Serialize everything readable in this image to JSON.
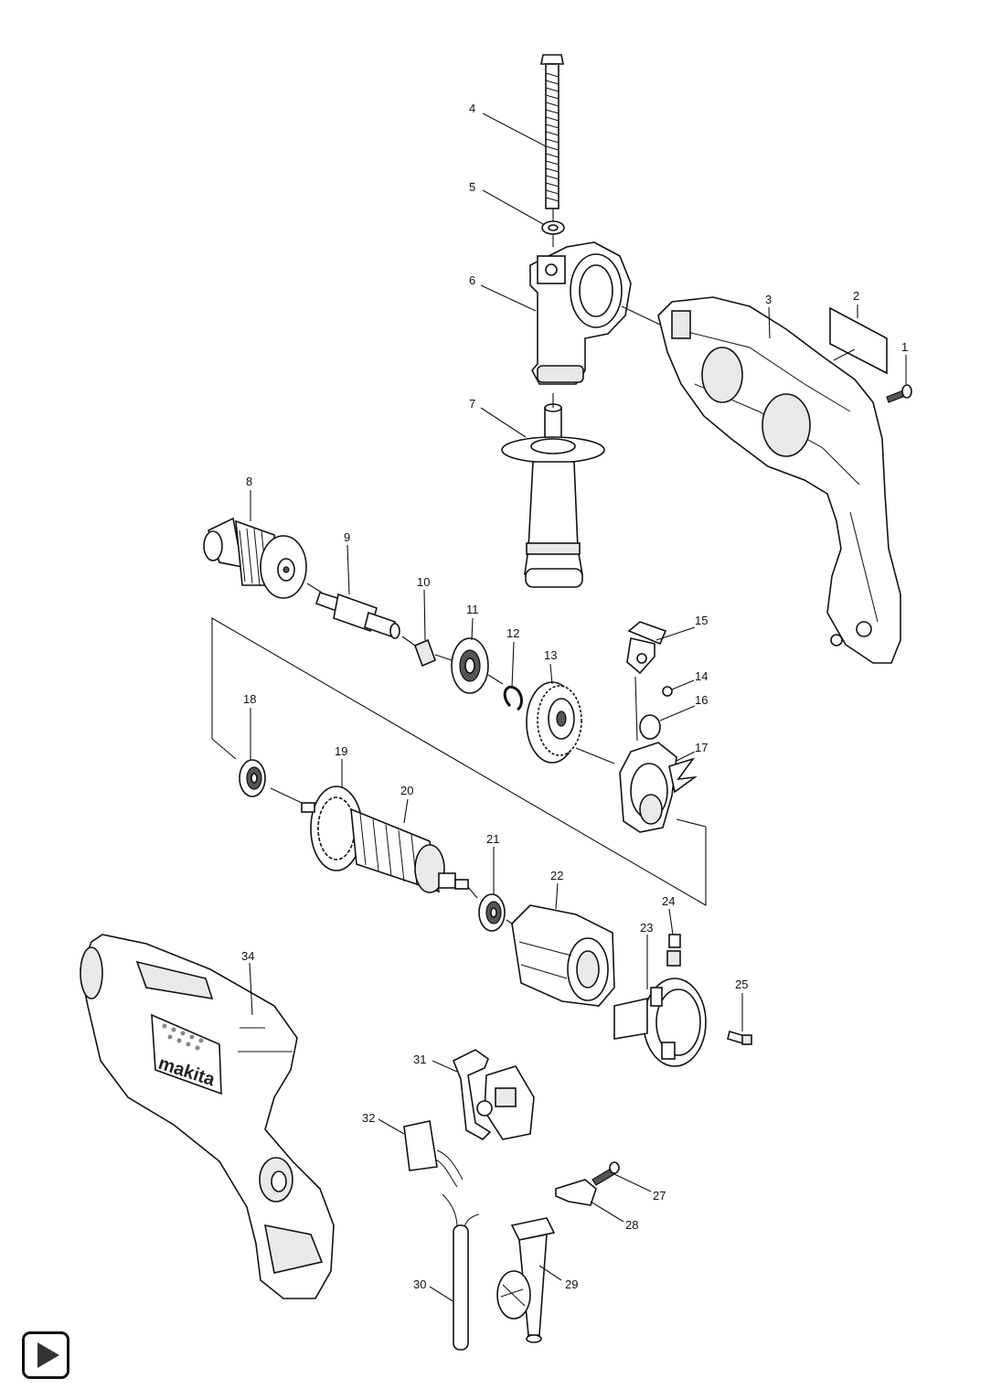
{
  "diagram": {
    "type": "exploded-parts-view",
    "brand_mark": "makita",
    "part_numbers": [
      "1",
      "2",
      "3",
      "4",
      "5",
      "6",
      "7",
      "8",
      "9",
      "10",
      "11",
      "12",
      "13",
      "14",
      "15",
      "16",
      "17",
      "18",
      "19",
      "20",
      "21",
      "22",
      "23",
      "24",
      "25",
      "27",
      "28",
      "29",
      "30",
      "31",
      "32",
      "34"
    ]
  },
  "controls": {
    "play_button_icon": "play-icon"
  }
}
